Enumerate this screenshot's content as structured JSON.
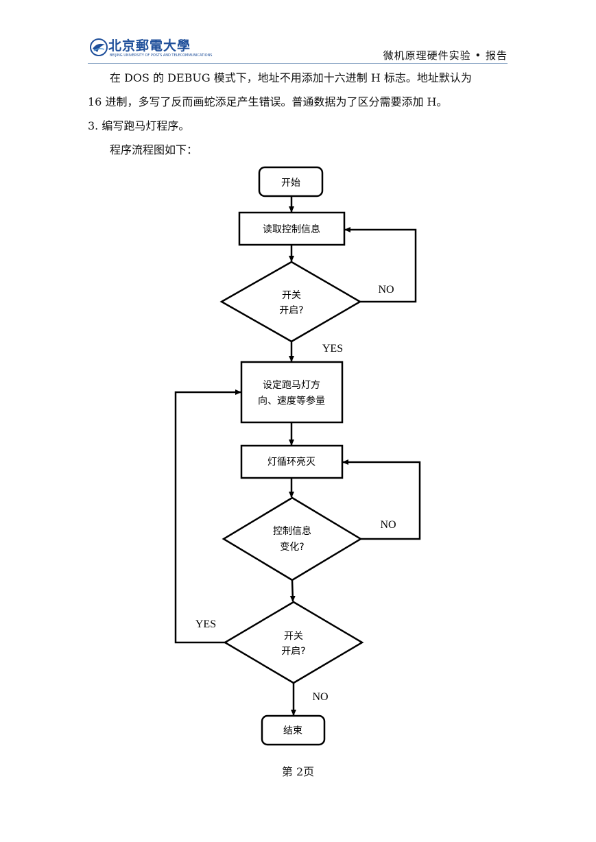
{
  "header": {
    "logo_text": "北京郵電大學",
    "logo_sub": "BEIJING UNIVERSITY OF POSTS AND TELECOMMUNICATIONS",
    "title": "微机原理硬件实验 • 报告"
  },
  "body": {
    "para1_line1": "在 DOS 的 DEBUG 模式下，地址不用添加十六进制 H 标志。地址默认为",
    "para1_line2": "16 进制，多写了反而画蛇添足产生错误。普通数据为了区分需要添加 H。",
    "item3": "3.   编写跑马灯程序。",
    "para2": "程序流程图如下："
  },
  "flowchart": {
    "start": "开始",
    "read": "读取控制信息",
    "check1_l1": "开关",
    "check1_l2": "开启?",
    "no1": "NO",
    "yes1": "YES",
    "set_l1": "设定跑马灯方",
    "set_l2": "向、速度等参量",
    "loop": "灯循环亮灭",
    "check2_l1": "控制信息",
    "check2_l2": "变化?",
    "no2": "NO",
    "check3_l1": "开关",
    "check3_l2": "开启?",
    "yes3": "YES",
    "no3": "NO",
    "end": "结束"
  },
  "footer": {
    "page": "第 2页"
  }
}
